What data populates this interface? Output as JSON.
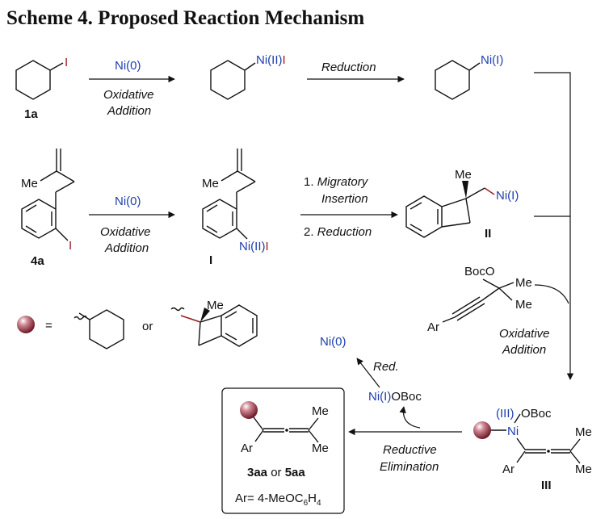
{
  "title": "Scheme 4. Proposed Reaction Mechanism",
  "row1": {
    "iodide": "I",
    "compound": "1a",
    "reagent": "Ni(0)",
    "step": [
      "Oxidative",
      "Addition"
    ],
    "ni_ii": "Ni(II)",
    "ni_ii_iodide": "I",
    "reduction": "Reduction",
    "ni_i": "Ni(I)"
  },
  "row2": {
    "methyl": "Me",
    "iodide": "I",
    "compound": "4a",
    "reagent": "Ni(0)",
    "step": [
      "Oxidative",
      "Addition"
    ],
    "ni_ii": "Ni(II)",
    "ni_ii_iodide": "I",
    "intermediate_label": "I",
    "step1": {
      "num": "1. ",
      "text": "Migratory"
    },
    "step1_cont": "Insertion",
    "step2": {
      "num": "2. ",
      "text": "Reduction"
    },
    "int2_methyl": "Me",
    "int2_ni": "Ni(I)",
    "int2_label": "II"
  },
  "legend": {
    "equals": "=",
    "or": "or",
    "methyl": "Me"
  },
  "propargyl": {
    "boco": "BocO",
    "me1": "Me",
    "me2": "Me",
    "ar": "Ar",
    "step": [
      "Oxidative",
      "Addition"
    ]
  },
  "cycle": {
    "ni0": "Ni(0)",
    "red": "Red.",
    "ni_boc": "Ni(I)",
    "ni_boc_rest": "OBoc",
    "reductive": [
      "Reductive",
      "Elimination"
    ]
  },
  "int3": {
    "ox": "(III)",
    "oboc": "OBoc",
    "ni": "Ni",
    "me1": "Me",
    "me2": "Me",
    "ar": "Ar",
    "label": "III"
  },
  "product": {
    "me1": "Me",
    "me2": "Me",
    "ar": "Ar",
    "label_a": "3aa",
    "label_or": " or ",
    "label_b": "5aa",
    "ar_def": {
      "prefix": "Ar= 4-MeOC",
      "sub1": "6",
      "mid": "H",
      "sub2": "4"
    }
  },
  "colors": {
    "nickel": "#1f3fae",
    "iodine": "#a01a1a",
    "sphere": "#a83a4a"
  }
}
